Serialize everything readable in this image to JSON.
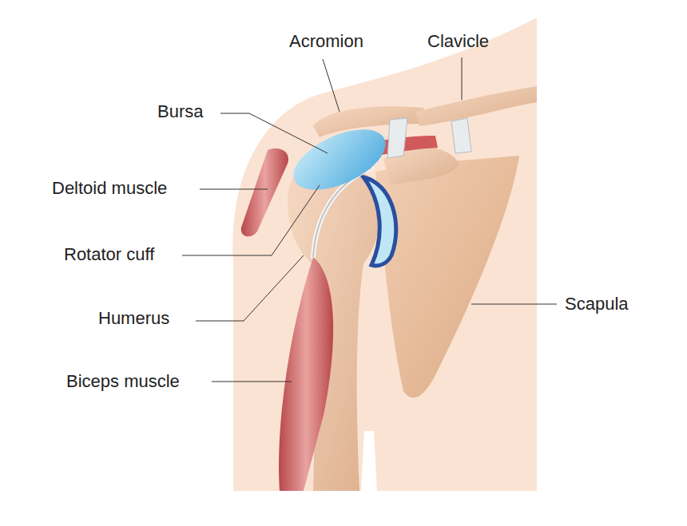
{
  "diagram": {
    "labels": [
      "Acromion",
      "Clavicle",
      "Bursa",
      "Deltoid muscle",
      "Rotator cuff",
      "Humerus",
      "Scapula",
      "Biceps muscle"
    ]
  }
}
